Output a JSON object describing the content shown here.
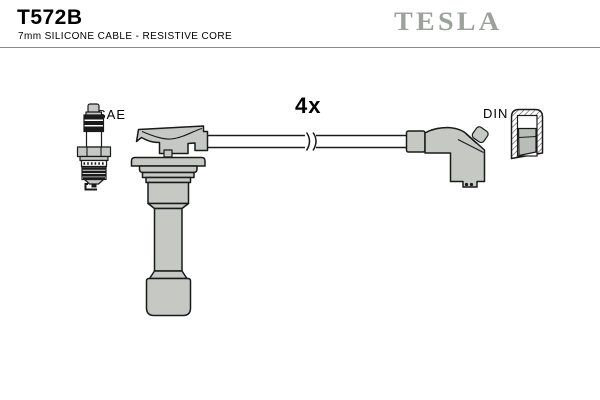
{
  "header": {
    "part_number": "T572B",
    "description": "7mm SILICONE CABLE - RESISTIVE CORE",
    "brand_logo": "TESLA"
  },
  "diagram": {
    "quantity": "4x",
    "spark_plug_standard": "SAE",
    "terminal_standard": "DIN"
  },
  "colors": {
    "part_fill": "#c5c8c3",
    "outline": "#1a1a1a",
    "brand_gray": "#9ba19b",
    "divider": "#8c8c8c",
    "background": "#ffffff"
  }
}
